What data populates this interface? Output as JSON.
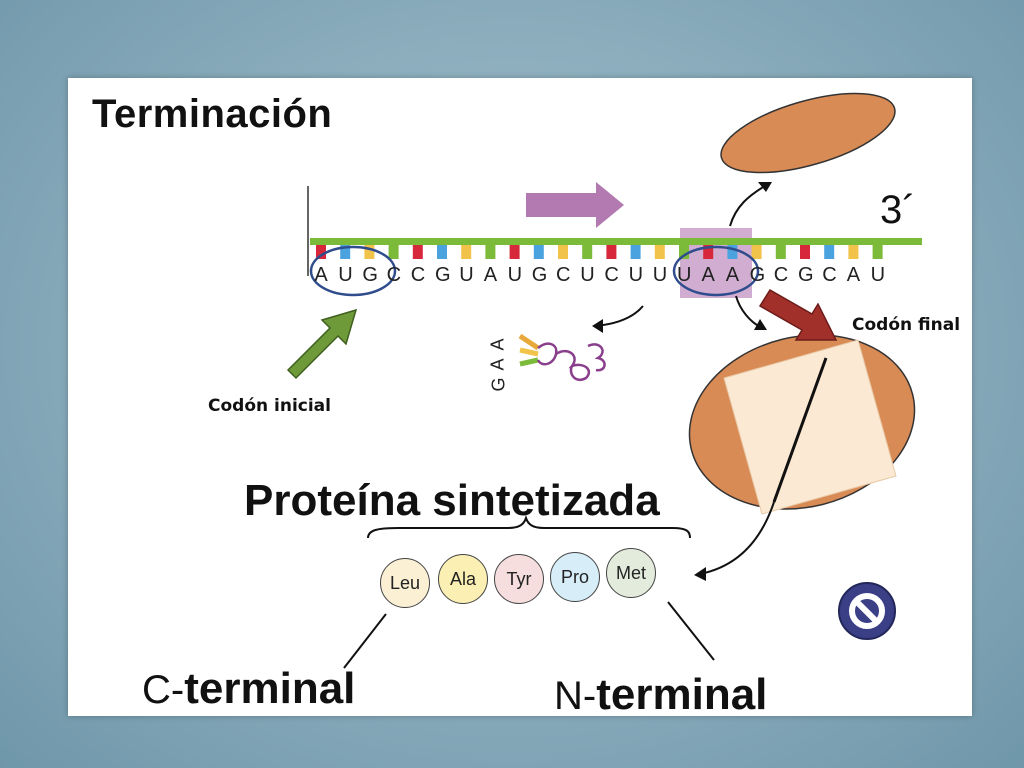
{
  "title": "Terminación",
  "three_prime": "3´",
  "mrna_sequence": [
    "A",
    "U",
    "G",
    "C",
    "C",
    "G",
    "U",
    "A",
    "U",
    "G",
    "C",
    "U",
    "C",
    "U",
    "U",
    "U",
    "A",
    "A",
    "G",
    "C",
    "G",
    "C",
    "A",
    "U"
  ],
  "trna_anticodon": [
    "G",
    "A",
    "A"
  ],
  "labels": {
    "start_codon": "Codón inicial",
    "stop_codon": "Codón final"
  },
  "protein_title": "Proteína sintetizada",
  "amino_acids": [
    {
      "name": "Leu",
      "color": "#fbf0d4"
    },
    {
      "name": "Ala",
      "color": "#fbefb3"
    },
    {
      "name": "Tyr",
      "color": "#f6dede"
    },
    {
      "name": "Pro",
      "color": "#d7edf7"
    },
    {
      "name": "Met",
      "color": "#e3ecdc"
    }
  ],
  "c_terminal": {
    "prefix": "C-",
    "word": "terminal"
  },
  "n_terminal": {
    "prefix": "N-",
    "word": "terminal"
  },
  "colors": {
    "mrna_backbone": "#7cbb3a",
    "ribosome": "#d98b56",
    "start_arrow": "#6f9a3a",
    "stop_arrow": "#a1302b",
    "direction_arrow": "#b27ab0",
    "stop_highlight": "#c59ac6",
    "circle_outline": "#2f4c8c"
  },
  "icons": {
    "corner": "prohibited-icon"
  }
}
